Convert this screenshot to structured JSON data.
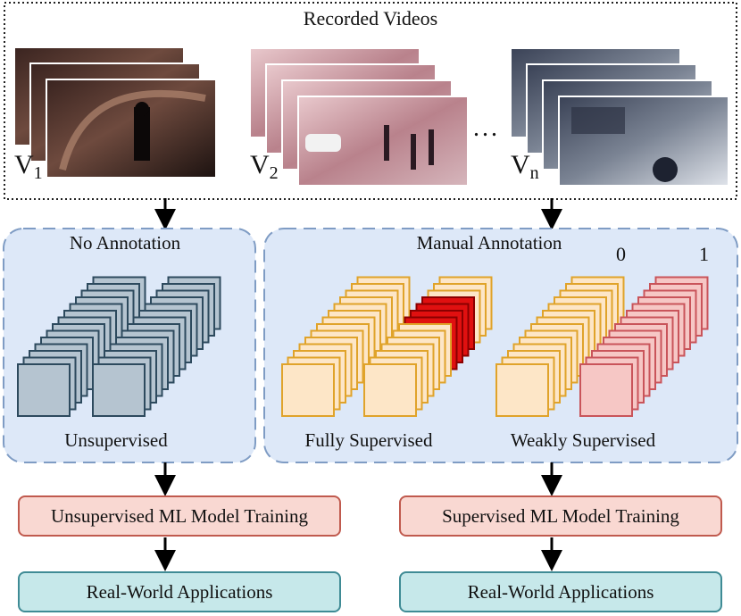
{
  "recorded": {
    "title": "Recorded Videos",
    "ellipsis": "...",
    "videos": [
      {
        "label": "V",
        "sub": "1"
      },
      {
        "label": "V",
        "sub": "2"
      },
      {
        "label": "V",
        "sub": "n"
      }
    ]
  },
  "left_panel": {
    "header": "No Annotation",
    "caption": "Unsupervised"
  },
  "right_panel": {
    "header": "Manual Annotation",
    "caption_full": "Fully Supervised",
    "caption_weak": "Weakly Supervised",
    "label_zero": "0",
    "label_one": "1"
  },
  "boxes": {
    "left_training": "Unsupervised ML Model Training",
    "right_training": "Supervised ML Model Training",
    "left_app": "Real-World Applications",
    "right_app": "Real-World Applications"
  },
  "colors": {
    "panel_fill": "#dde8f8",
    "panel_border": "#7f9cc4",
    "unlabeled_frame": "#b5c4d0",
    "unlabeled_border": "#2d4a5e",
    "normal_frame": "#fde6c7",
    "normal_border": "#e0a32a",
    "anomaly_frame": "#e01010",
    "anomaly_border": "#8a0000",
    "weak_anomaly_frame": "#f6c7c5",
    "weak_anomaly_border": "#c9545a",
    "training_fill": "#f9d8d2",
    "app_fill": "#c6e8ea"
  }
}
